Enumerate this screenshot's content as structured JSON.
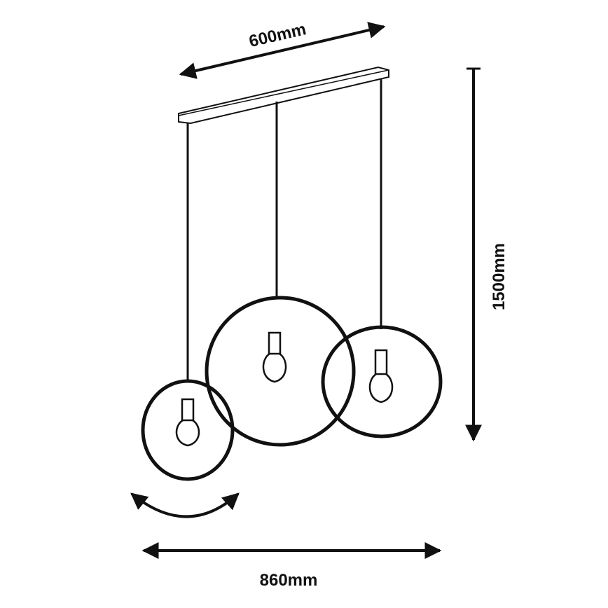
{
  "dimensions": {
    "bar_length": "600mm",
    "total_width": "860mm",
    "total_height": "1500mm"
  },
  "colors": {
    "line": "#111111",
    "background": "#ffffff"
  },
  "icons": {
    "rotation": "rotation-arrow-icon",
    "bulb": "light-bulb-icon"
  }
}
